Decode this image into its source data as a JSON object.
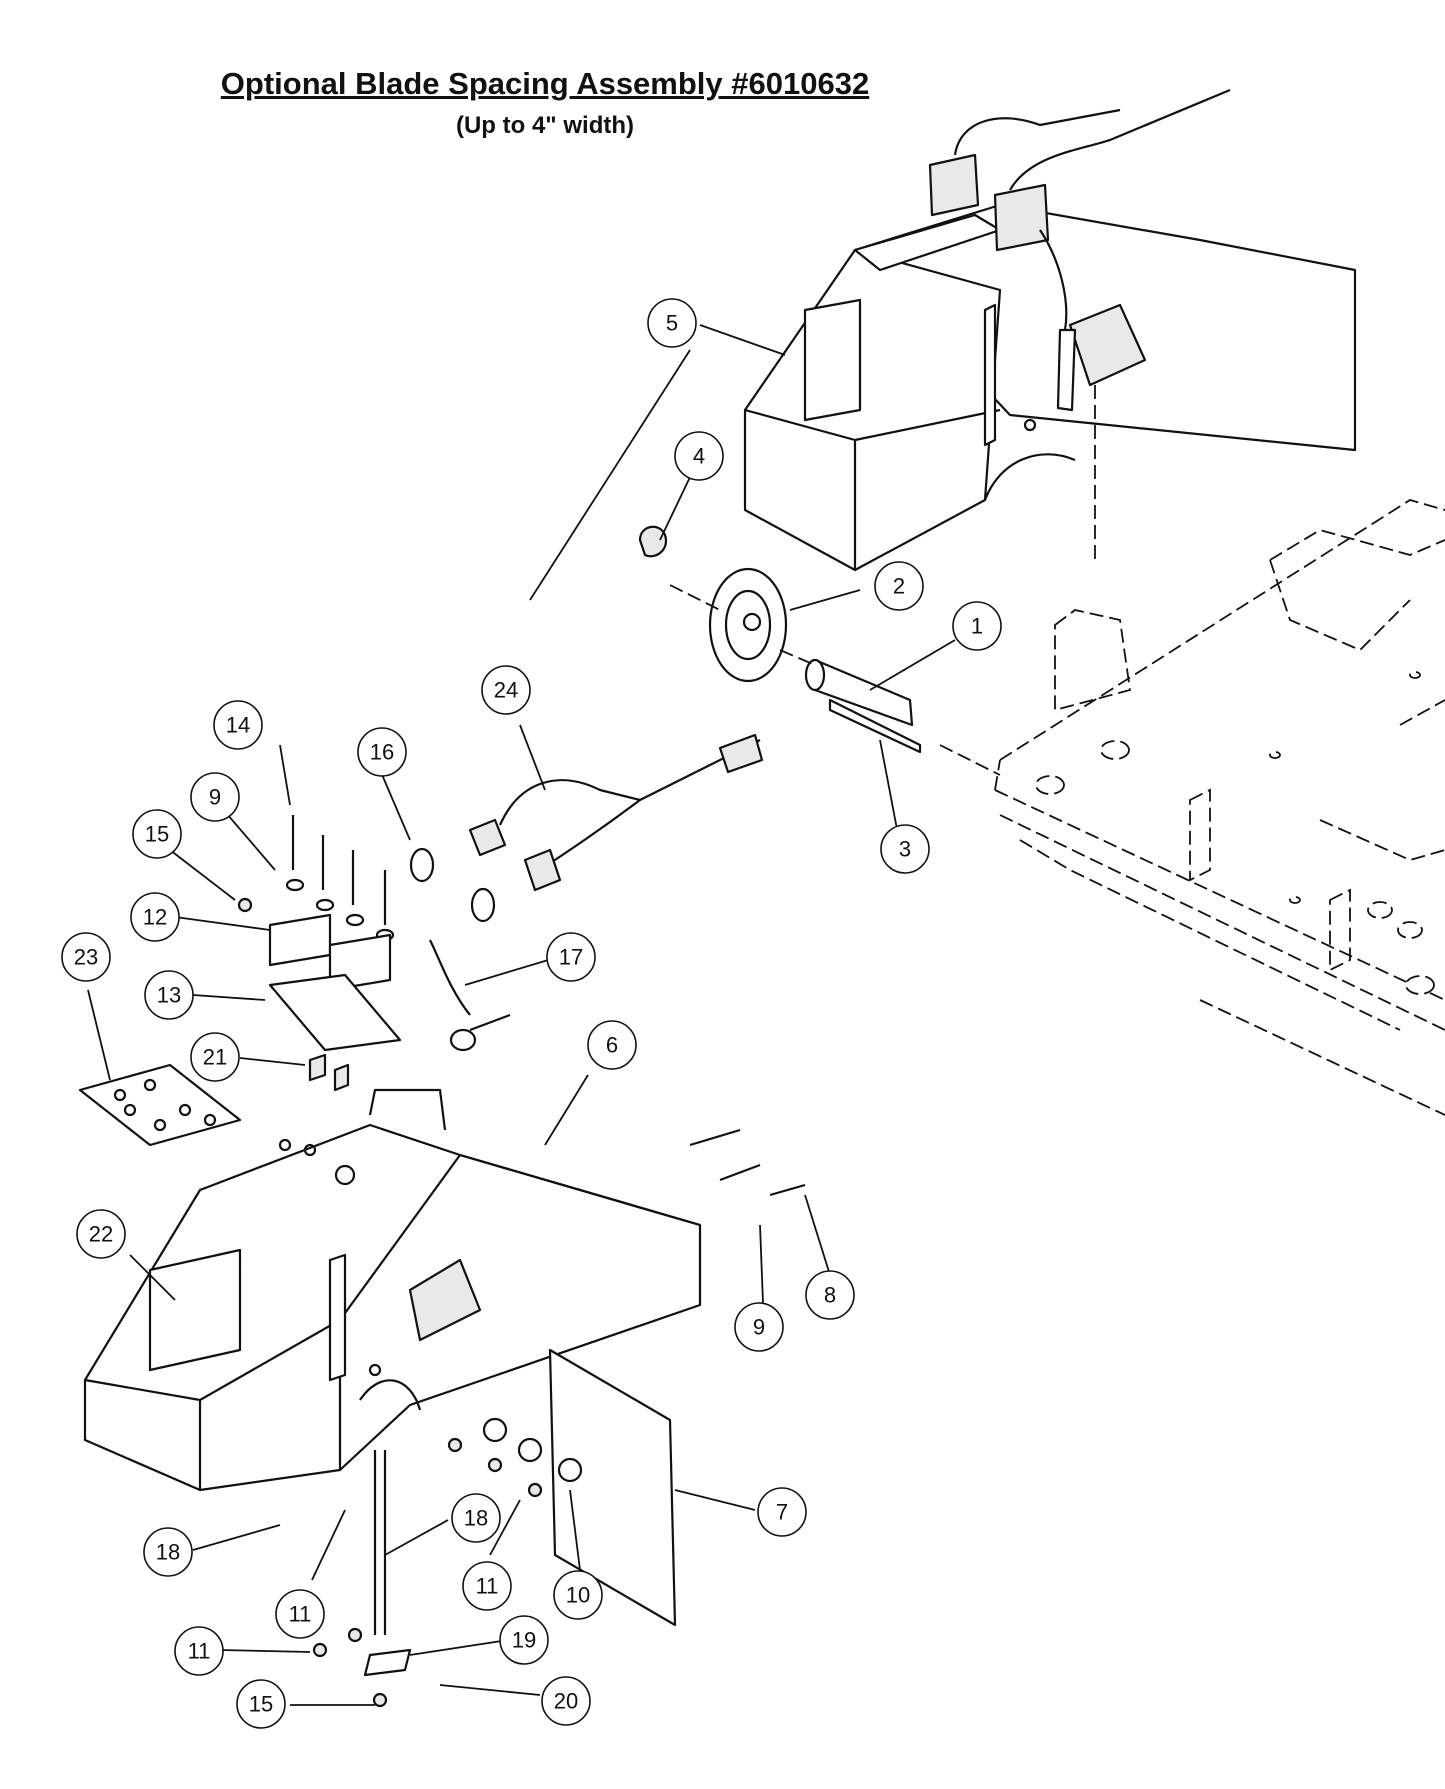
{
  "header": {
    "title": "Optional Blade Spacing Assembly #6010632",
    "subtitle": "(Up to 4\" width)"
  },
  "callouts": [
    {
      "id": "c5",
      "label": "5"
    },
    {
      "id": "c4",
      "label": "4"
    },
    {
      "id": "c2",
      "label": "2"
    },
    {
      "id": "c1",
      "label": "1"
    },
    {
      "id": "c3",
      "label": "3"
    },
    {
      "id": "c24",
      "label": "24"
    },
    {
      "id": "c14",
      "label": "14"
    },
    {
      "id": "c16",
      "label": "16"
    },
    {
      "id": "c9a",
      "label": "9"
    },
    {
      "id": "c15a",
      "label": "15"
    },
    {
      "id": "c12",
      "label": "12"
    },
    {
      "id": "c17",
      "label": "17"
    },
    {
      "id": "c23",
      "label": "23"
    },
    {
      "id": "c13",
      "label": "13"
    },
    {
      "id": "c6",
      "label": "6"
    },
    {
      "id": "c21",
      "label": "21"
    },
    {
      "id": "c22",
      "label": "22"
    },
    {
      "id": "c8",
      "label": "8"
    },
    {
      "id": "c9b",
      "label": "9"
    },
    {
      "id": "c7",
      "label": "7"
    },
    {
      "id": "c18a",
      "label": "18"
    },
    {
      "id": "c18b",
      "label": "18"
    },
    {
      "id": "c11a",
      "label": "11"
    },
    {
      "id": "c10",
      "label": "10"
    },
    {
      "id": "c11b",
      "label": "11"
    },
    {
      "id": "c19",
      "label": "19"
    },
    {
      "id": "c11c",
      "label": "11"
    },
    {
      "id": "c20",
      "label": "20"
    },
    {
      "id": "c15b",
      "label": "15"
    }
  ]
}
